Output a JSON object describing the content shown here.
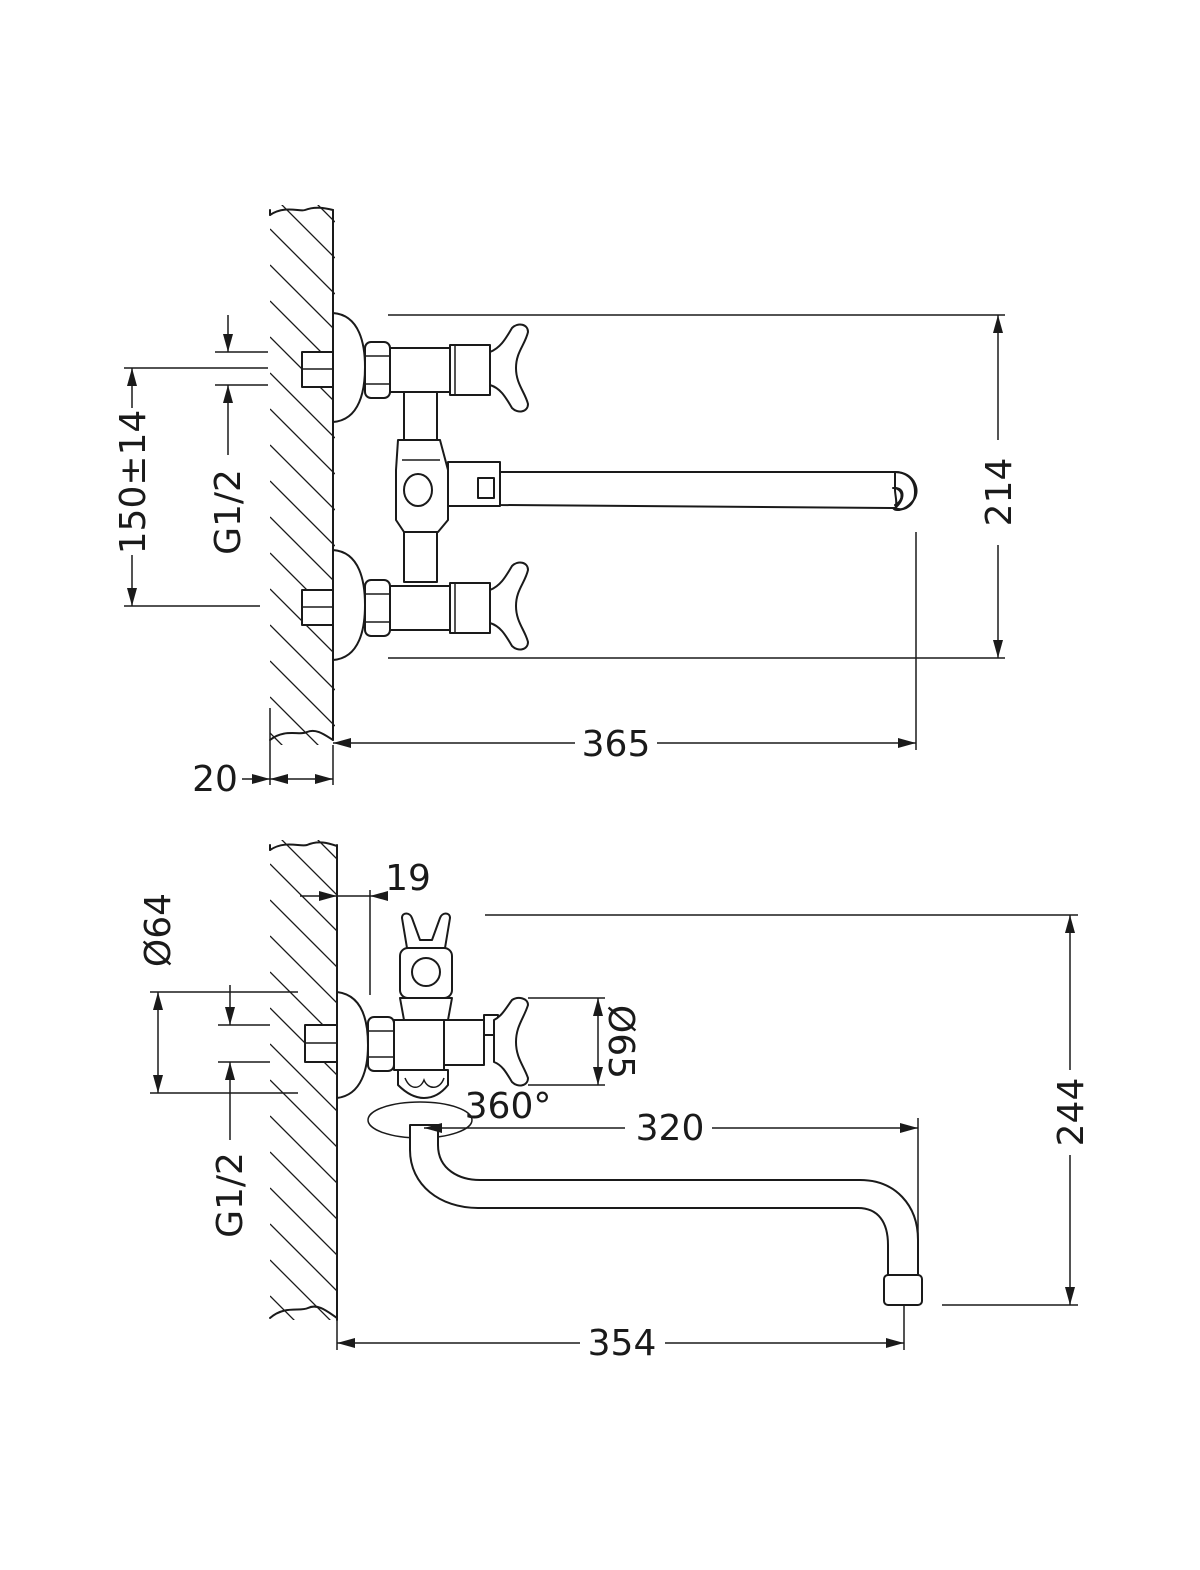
{
  "front_view": {
    "dims": {
      "height_214": "214",
      "length_365": "365",
      "wall_20": "20",
      "spacing": "150±14",
      "thread": "G1/2"
    }
  },
  "side_view": {
    "dims": {
      "offset_19": "19",
      "flange_dia": "Ø64",
      "handle_dia": "Ø65",
      "swivel": "360°",
      "spout_320": "320",
      "height_244": "244",
      "length_354": "354",
      "thread": "G1/2"
    }
  }
}
